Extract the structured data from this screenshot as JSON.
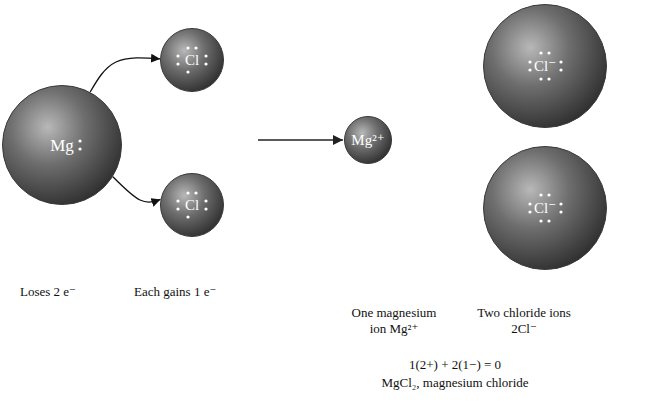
{
  "diagram": {
    "nodes": [
      {
        "text": [
          "Mg"
        ]
      },
      {
        "text": [
          "Cl"
        ]
      },
      {
        "text": [
          "Cl"
        ]
      },
      {
        "text": [
          "Mg²⁺"
        ]
      },
      {
        "text": [
          "Cl⁻"
        ]
      },
      {
        "text": [
          "Cl⁻"
        ]
      }
    ],
    "edges": [
      {
        "from": 0,
        "to": 1,
        "arrow": "to"
      },
      {
        "from": 0,
        "to": 2,
        "arrow": "to"
      }
    ],
    "labels": [
      "Loses 2 e⁻",
      "Each gains 1 e⁻",
      "One magnesium ion Mg²⁺",
      "Two chloride ions 2Cl⁻",
      "1(2+) + 2(1−) = 0",
      "MgCl₂, magnesium chloride"
    ]
  }
}
